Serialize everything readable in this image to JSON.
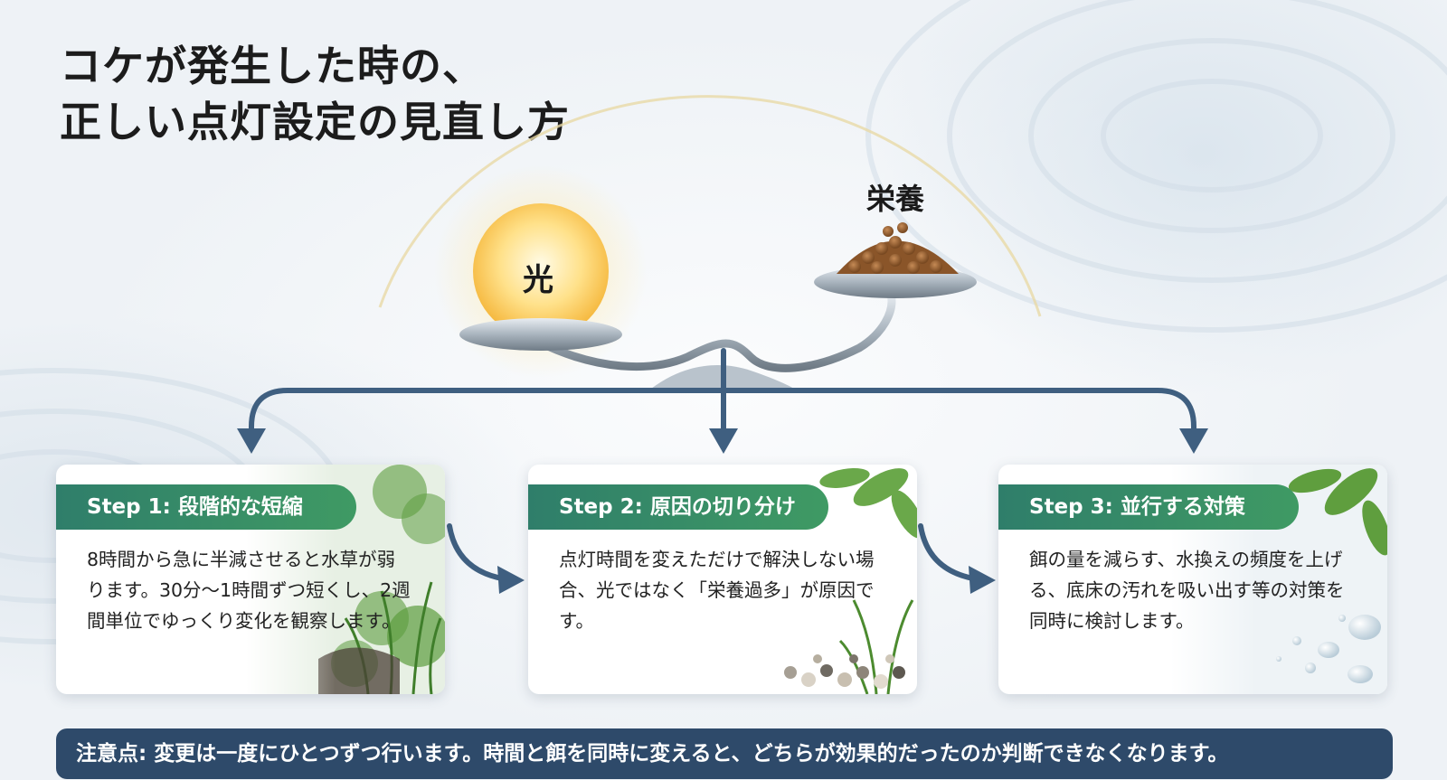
{
  "title": {
    "line1": "コケが発生した時の、",
    "line2": "正しい点灯設定の見直し方"
  },
  "balance": {
    "light_label": "光",
    "nutrient_label": "栄養"
  },
  "steps": [
    {
      "heading": "Step 1: 段階的な短縮",
      "text": "8時間から急に半減させると水草が弱ります。30分〜1時間ずつ短くし、2週間単位でゆっくり変化を観察します。"
    },
    {
      "heading": "Step 2: 原因の切り分け",
      "text": "点灯時間を変えただけで解決しない場合、光ではなく「栄養過多」が原因です。"
    },
    {
      "heading": "Step 3: 並行する対策",
      "text": "餌の量を減らす、水換えの頻度を上げる、底床の汚れを吸い出す等の対策を同時に検討します。"
    }
  ],
  "note": "注意点: 変更は一度にひとつずつ行います。時間と餌を同時に変えると、どちらが効果的だったのか判断できなくなります。",
  "colors": {
    "step_header": "#3a8f66",
    "note_bg": "#2e4a6a",
    "arrow": "#3f5f80"
  }
}
